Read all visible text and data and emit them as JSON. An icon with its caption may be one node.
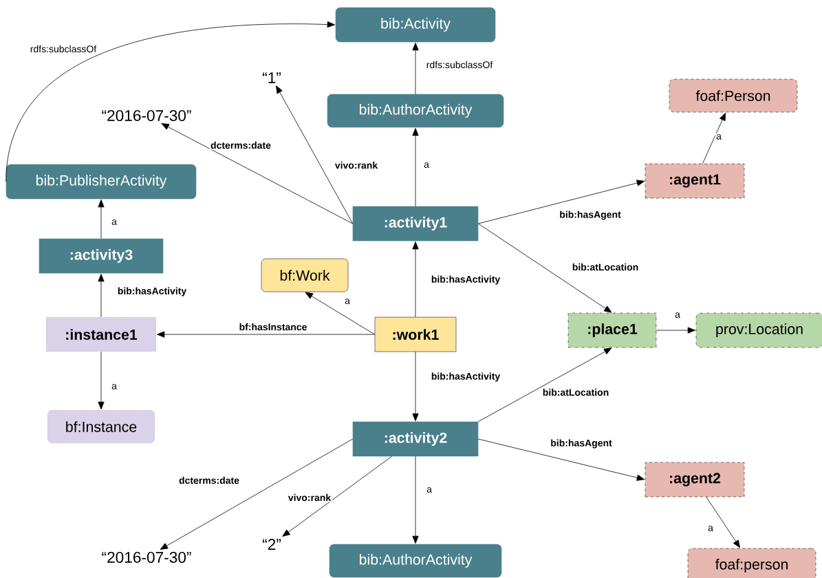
{
  "diagram": {
    "nodes": [
      {
        "text": [
          "bib:Activity"
        ]
      },
      {
        "text": [
          "“1”"
        ]
      },
      {
        "text": [
          "“2016-07-30”"
        ]
      },
      {
        "text": [
          "bib:AuthorActivity"
        ]
      },
      {
        "text": [
          "foaf:Person"
        ]
      },
      {
        "text": [
          "bib:PublisherActivity"
        ]
      },
      {
        "text": [
          ":agent1"
        ]
      },
      {
        "text": [
          ":activity1"
        ]
      },
      {
        "text": [
          ":activity3"
        ]
      },
      {
        "text": [
          "bf:Work"
        ]
      },
      {
        "text": [
          ":instance1"
        ]
      },
      {
        "text": [
          ":work1"
        ]
      },
      {
        "text": [
          ":place1"
        ]
      },
      {
        "text": [
          "prov:Location"
        ]
      },
      {
        "text": [
          "bf:Instance"
        ]
      },
      {
        "text": [
          ":activity2"
        ]
      },
      {
        "text": [
          ":agent2"
        ]
      },
      {
        "text": [
          "“2016-07-30”"
        ]
      },
      {
        "text": [
          "“2”"
        ]
      },
      {
        "text": [
          "bib:AuthorActivity"
        ]
      },
      {
        "text": [
          "foaf:person"
        ]
      }
    ],
    "edges": [
      {
        "from": 5,
        "to": 0,
        "arrow": "to",
        "label": "rdfs:subclassOf"
      },
      {
        "from": 3,
        "to": 0,
        "arrow": "to",
        "label": "rdfs:subclassOf"
      },
      {
        "from": 7,
        "to": 3,
        "arrow": "to",
        "label": "a"
      },
      {
        "from": 7,
        "to": 2,
        "arrow": "to",
        "label": "dcterms:date"
      },
      {
        "from": 7,
        "to": 1,
        "arrow": "to",
        "label": "vivo:rank"
      },
      {
        "from": 6,
        "to": 4,
        "arrow": "to",
        "label": "a"
      },
      {
        "from": 7,
        "to": 6,
        "arrow": "to",
        "label": "bib:hasAgent"
      },
      {
        "from": 7,
        "to": 12,
        "arrow": "to",
        "label": "bib:atLocation"
      },
      {
        "from": 8,
        "to": 5,
        "arrow": "to",
        "label": "a"
      },
      {
        "from": 10,
        "to": 8,
        "arrow": "to",
        "label": "bib:hasActivity"
      },
      {
        "from": 11,
        "to": 7,
        "arrow": "to",
        "label": "bib:hasActivity"
      },
      {
        "from": 11,
        "to": 9,
        "arrow": "to",
        "label": "a"
      },
      {
        "from": 11,
        "to": 10,
        "arrow": "to",
        "label": "bf:hasInstance"
      },
      {
        "from": 12,
        "to": 13,
        "arrow": "to",
        "label": "a"
      },
      {
        "from": 10,
        "to": 14,
        "arrow": "to",
        "label": "a"
      },
      {
        "from": 11,
        "to": 15,
        "arrow": "to",
        "label": "bib:hasActivity"
      },
      {
        "from": 15,
        "to": 12,
        "arrow": "to",
        "label": "bib:atLocation"
      },
      {
        "from": 15,
        "to": 16,
        "arrow": "to",
        "label": "bib:hasAgent"
      },
      {
        "from": 15,
        "to": 17,
        "arrow": "to",
        "label": "dcterms:date"
      },
      {
        "from": 15,
        "to": 18,
        "arrow": "to",
        "label": "vivo:rank"
      },
      {
        "from": 15,
        "to": 19,
        "arrow": "to",
        "label": "a"
      },
      {
        "from": 16,
        "to": 20,
        "arrow": "to",
        "label": "a"
      }
    ]
  }
}
